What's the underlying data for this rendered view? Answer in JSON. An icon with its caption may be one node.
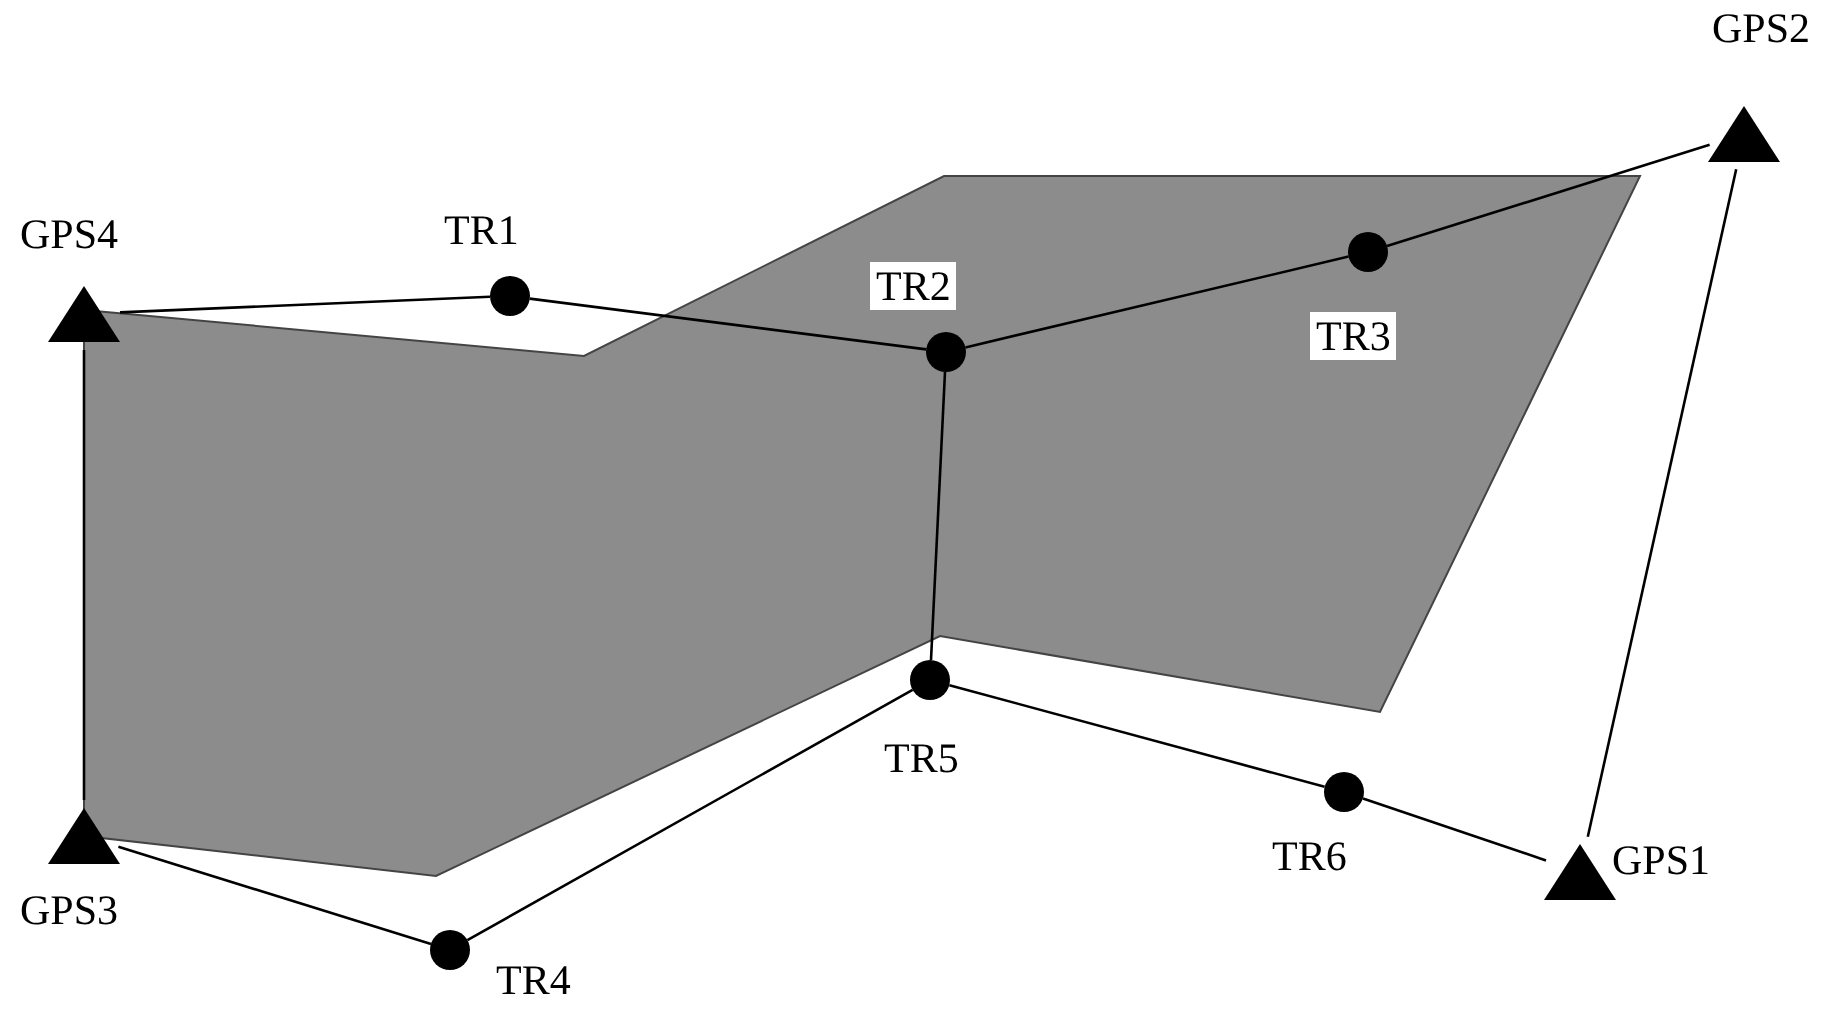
{
  "diagram": {
    "nodes": [
      {
        "text": [],
        "shape": "triangle",
        "beside": [
          "GPS1"
        ]
      },
      {
        "text": [],
        "shape": "triangle",
        "beside": [
          "GPS2"
        ]
      },
      {
        "text": [],
        "shape": "triangle",
        "beside": [
          "GPS3"
        ]
      },
      {
        "text": [],
        "shape": "triangle",
        "beside": [
          "GPS4"
        ]
      },
      {
        "text": [],
        "shape": "circle",
        "beside": [
          "TR1"
        ]
      },
      {
        "text": [],
        "shape": "circle",
        "beside": [
          "TR2"
        ]
      },
      {
        "text": [],
        "shape": "circle",
        "beside": [
          "TR3"
        ]
      },
      {
        "text": [],
        "shape": "circle",
        "beside": [
          "TR4"
        ]
      },
      {
        "text": [],
        "shape": "circle",
        "beside": [
          "TR5"
        ]
      },
      {
        "text": [],
        "shape": "circle",
        "beside": [
          "TR6"
        ]
      }
    ],
    "edges": [
      {
        "from": 3,
        "to": 4,
        "arrow": "none"
      },
      {
        "from": 4,
        "to": 5,
        "arrow": "none"
      },
      {
        "from": 5,
        "to": 6,
        "arrow": "none"
      },
      {
        "from": 6,
        "to": 1,
        "arrow": "none"
      },
      {
        "from": 1,
        "to": 0,
        "arrow": "none"
      },
      {
        "from": 0,
        "to": 9,
        "arrow": "none"
      },
      {
        "from": 9,
        "to": 8,
        "arrow": "none"
      },
      {
        "from": 8,
        "to": 7,
        "arrow": "none"
      },
      {
        "from": 7,
        "to": 2,
        "arrow": "none"
      },
      {
        "from": 2,
        "to": 3,
        "arrow": "none"
      },
      {
        "from": 5,
        "to": 8,
        "arrow": "none"
      }
    ]
  }
}
